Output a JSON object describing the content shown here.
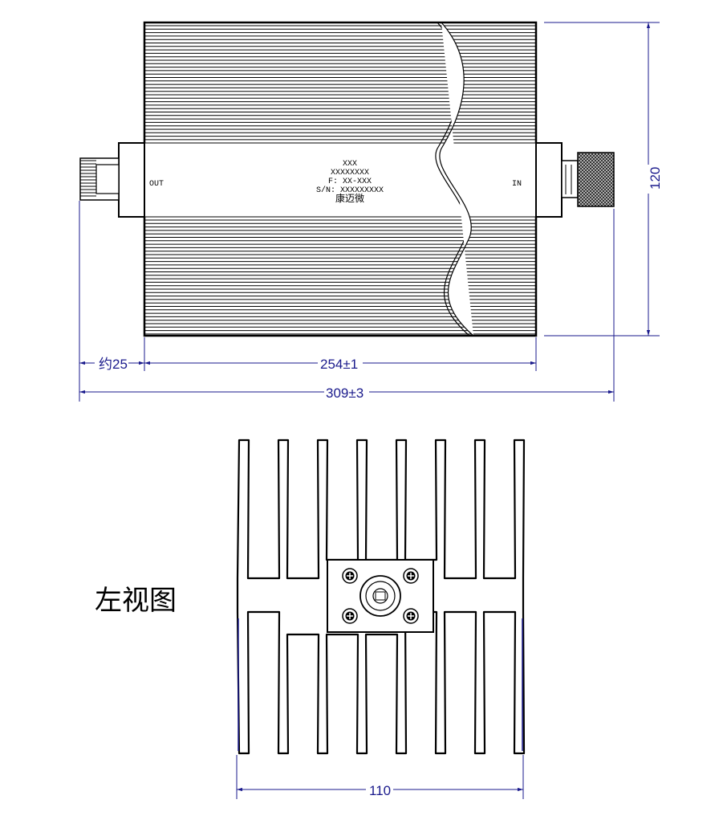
{
  "front_view": {
    "port_out": "OUT",
    "port_in": "IN",
    "label_lines": [
      "XXX",
      "XXXXXXXX",
      "F: XX-XXX",
      "S/N: XXXXXXXXX",
      "康迈微"
    ]
  },
  "dimensions": {
    "connector_length": "约25",
    "body_length": "254±1",
    "total_length": "309±3",
    "height": "120",
    "width": "110"
  },
  "side_view": {
    "title": "左视图"
  },
  "colors": {
    "outline": "#000000",
    "dimension": "#1a1a8c"
  }
}
